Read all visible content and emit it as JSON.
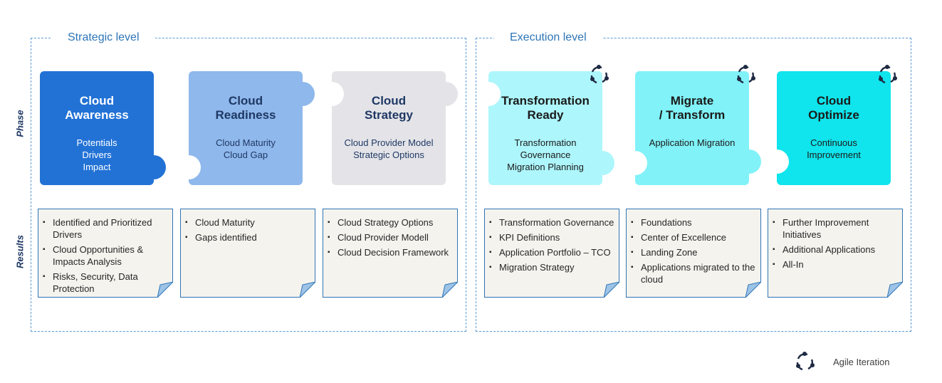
{
  "sections": {
    "strategic": {
      "title": "Strategic level"
    },
    "execution": {
      "title": "Execution level"
    }
  },
  "row_labels": {
    "phase": "Phase",
    "results": "Results"
  },
  "phases": [
    {
      "title": "Cloud\nAwareness",
      "sub": "Potentials\nDrivers\nImpact",
      "color": "#2272d6",
      "text_color": "#ffffff",
      "agile": false
    },
    {
      "title": "Cloud\nReadiness",
      "sub": "Cloud Maturity\nCloud Gap",
      "color": "#8fb8ec",
      "text_color": "#1f3864",
      "agile": false
    },
    {
      "title": "Cloud\nStrategy",
      "sub": "Cloud Provider Model\nStrategic Options",
      "color": "#e4e4e8",
      "text_color": "#1f3864",
      "agile": false
    },
    {
      "title": "Transformation\nReady",
      "sub": "Transformation\nGovernance\nMigration Planning",
      "color": "#adf6fb",
      "text_color": "#1a1a1a",
      "agile": true
    },
    {
      "title": "Migrate\n/ Transform",
      "sub": "Application Migration",
      "color": "#80f2f8",
      "text_color": "#1a1a1a",
      "agile": true
    },
    {
      "title": "Cloud\nOptimize",
      "sub": "Continuous\nImprovement",
      "color": "#10e4ec",
      "text_color": "#1a1a1a",
      "agile": true
    }
  ],
  "results": [
    {
      "items": [
        "Identified and Prioritized Drivers",
        "Cloud Opportunities & Impacts  Analysis",
        "Risks, Security, Data Protection"
      ]
    },
    {
      "items": [
        "Cloud Maturity",
        "Gaps identified"
      ]
    },
    {
      "items": [
        "Cloud Strategy Options",
        "Cloud Provider Modell",
        "Cloud Decision Framework"
      ]
    },
    {
      "items": [
        "Transformation Governance",
        "KPI Definitions",
        "Application Portfolio – TCO",
        "Migration Strategy"
      ]
    },
    {
      "items": [
        "Foundations",
        "Center of Excellence",
        "Landing Zone",
        "Applications migrated to the cloud"
      ]
    },
    {
      "items": [
        "Further Improvement Initiatives",
        "Additional Applications",
        "All-In"
      ]
    }
  ],
  "legend": {
    "label": "Agile Iteration",
    "icon": "agile-iteration-icon"
  }
}
